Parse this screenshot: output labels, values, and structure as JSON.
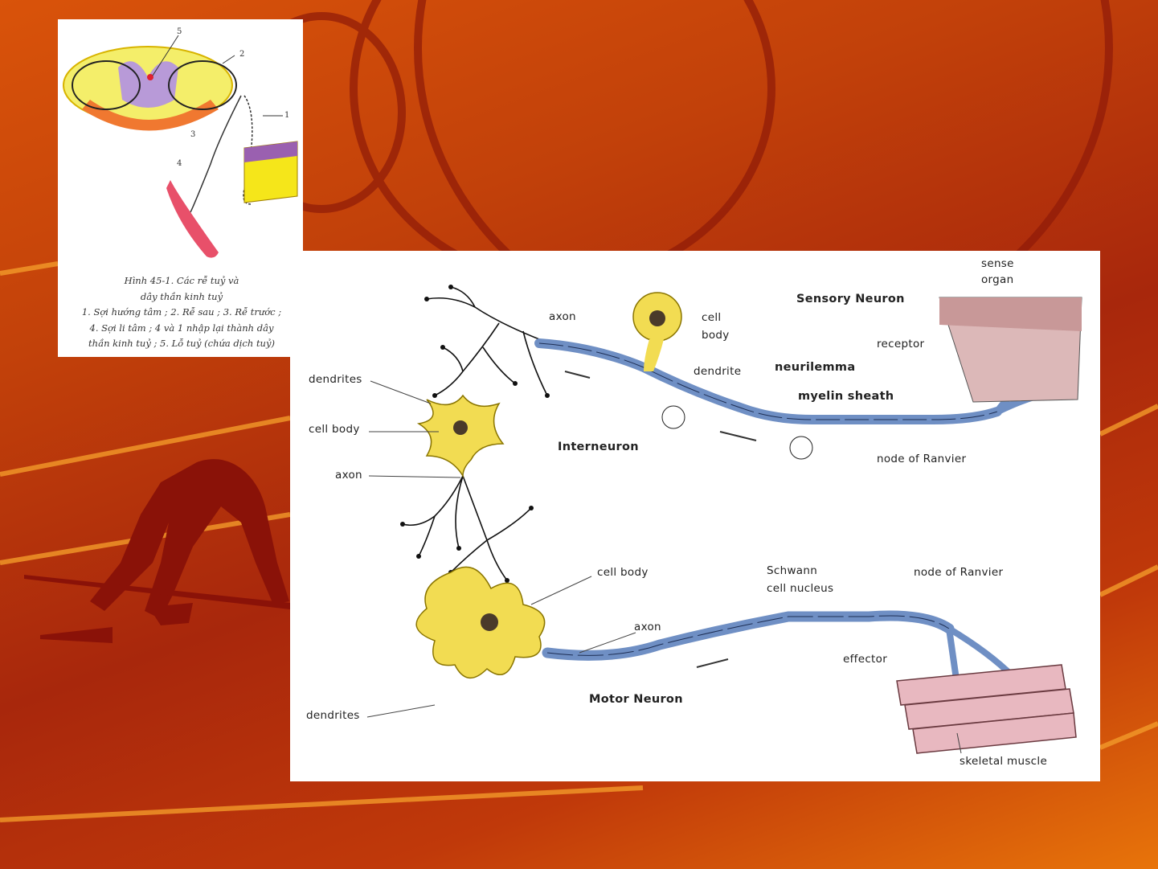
{
  "top_figure": {
    "numbers": [
      "1",
      "2",
      "3",
      "4",
      "5"
    ],
    "caption_lines": [
      "Hình 45-1. Các rễ tuỷ và",
      "dây thần kinh tuỷ",
      "1. Sợi hướng tâm ; 2. Rễ sau ; 3. Rễ trước ;",
      "4. Sợi li tâm ; 4 và 1 nhập lại thành dây",
      "thần kinh tuỷ ; 5. Lỗ tuỷ (chứa dịch tuỷ)"
    ]
  },
  "diagram": {
    "labels": {
      "sense_organ_1": "sense",
      "sense_organ_2": "organ",
      "sensory_neuron": "Sensory Neuron",
      "receptor": "receptor",
      "axon_top": "axon",
      "cell_top_1": "cell",
      "cell_top_2": "body",
      "dendrite": "dendrite",
      "neurilemma": "neurilemma",
      "myelin_sheath": "myelin sheath",
      "node_ranvier_top": "node of Ranvier",
      "dendrites_left": "dendrites",
      "cell_body_left": "cell body",
      "interneuron": "Interneuron",
      "axon_left": "axon",
      "cell_body_motor": "cell body",
      "axon_motor": "axon",
      "schwann_1": "Schwann",
      "schwann_2": "cell nucleus",
      "node_ranvier_bottom": "node of Ranvier",
      "effector": "effector",
      "motor_neuron": "Motor Neuron",
      "dendrites_bottom": "dendrites",
      "skeletal_muscle": "skeletal muscle"
    }
  },
  "colors": {
    "axon_blue": "#6f8fc4",
    "cell_yellow": "#f2dc52",
    "muscle_pink": "#e8b8c0",
    "bg_orange": "#c2410a"
  }
}
